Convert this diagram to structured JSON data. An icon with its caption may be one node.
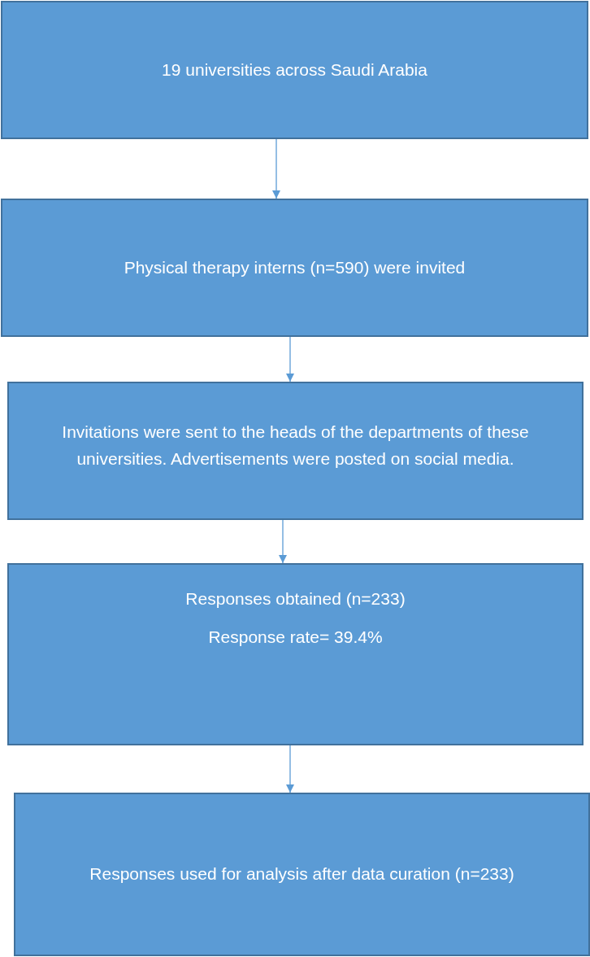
{
  "diagram": {
    "nodes": [
      {
        "text": [
          "19 universities across Saudi Arabia"
        ]
      },
      {
        "text": [
          "Physical therapy interns (n=590) were invited"
        ]
      },
      {
        "text": [
          "Invitations were sent to the heads of the departments of these universities. Advertisements were posted on social media."
        ]
      },
      {
        "text": [
          "Responses obtained (n=233)",
          "Response rate= 39.4%"
        ]
      },
      {
        "text": [
          "Responses used for analysis after data curation (n=233)"
        ]
      }
    ],
    "edges": [
      {
        "from": 0,
        "to": 1,
        "arrow": "to"
      },
      {
        "from": 1,
        "to": 2,
        "arrow": "to"
      },
      {
        "from": 2,
        "to": 3,
        "arrow": "to"
      },
      {
        "from": 3,
        "to": 4,
        "arrow": "to"
      }
    ]
  }
}
